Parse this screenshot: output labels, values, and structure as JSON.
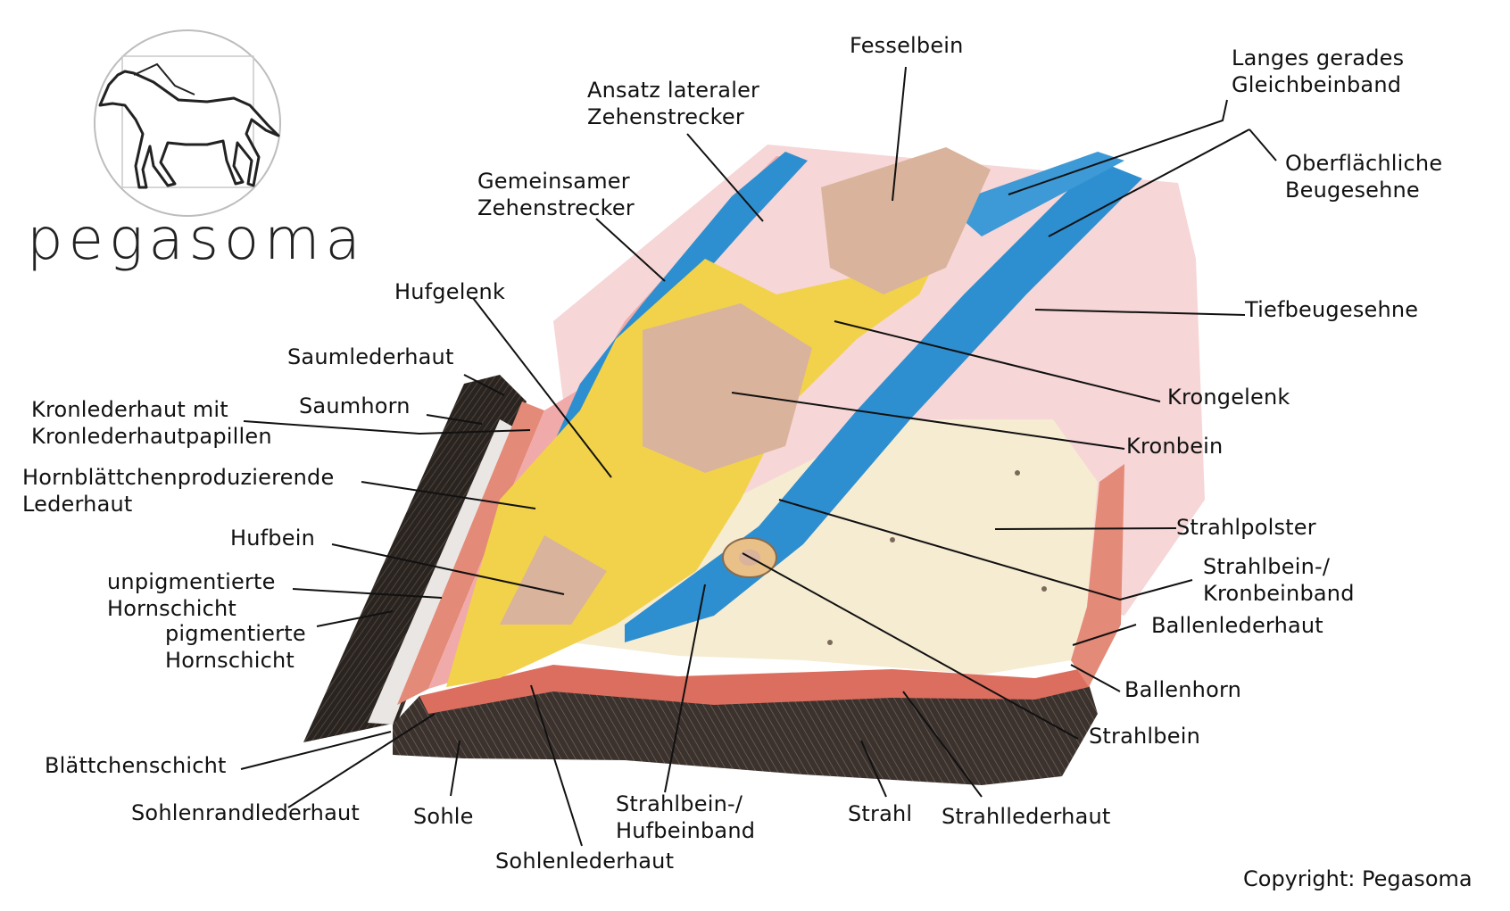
{
  "logo": {
    "name": "pegasoma",
    "icon": "horse-logo-icon"
  },
  "copyright": "Copyright: Pegasoma",
  "labels": {
    "fesselbein": "Fesselbein",
    "langes_gerades": "Langes gerades\nGleichbeinband",
    "ansatz": "Ansatz lateraler\nZehenstrecker",
    "oberflaechliche": "Oberflächliche\nBeugesehne",
    "gemeinsamer": "Gemeinsamer\nZehenstrecker",
    "hufgelenk": "Hufgelenk",
    "tiefbeugesehne": "Tiefbeugesehne",
    "saumlederhaut": "Saumlederhaut",
    "krongelenk": "Krongelenk",
    "saumhorn": "Saumhorn",
    "kronlederhaut": "Kronlederhaut mit\nKronlederhautpapillen",
    "kronbein": "Kronbein",
    "hornblaettchen": "Hornblättchenproduzierende\nLederhaut",
    "strahlpolster": "Strahlpolster",
    "hufbein": "Hufbein",
    "strahlbein_kronbein": "Strahlbein-/\nKronbeinband",
    "unpigmentierte": "unpigmentierte\nHornschicht",
    "ballenlederhaut": "Ballenlederhaut",
    "pigmentierte": "pigmentierte\nHornschicht",
    "ballenhorn": "Ballenhorn",
    "strahlbein": "Strahlbein",
    "blaettchenschicht": "Blättchenschicht",
    "sohlenrand": "Sohlenrandlederhaut",
    "sohle": "Sohle",
    "strahlbein_hufbein": "Strahlbein-/\nHufbeinband",
    "strahl": "Strahl",
    "strahllederhaut": "Strahllederhaut",
    "sohlenlederhaut": "Sohlenlederhaut"
  },
  "colors": {
    "tendon_blue": "#2e8fd0",
    "cartilage_yellow": "#f2d24a",
    "bone_brown": "#d9b39c",
    "dermis_red": "#e07a6a",
    "dermis_pink": "#f3c3c8",
    "horn_black": "#2a2420",
    "cushion_cream": "#f6ecd2"
  }
}
